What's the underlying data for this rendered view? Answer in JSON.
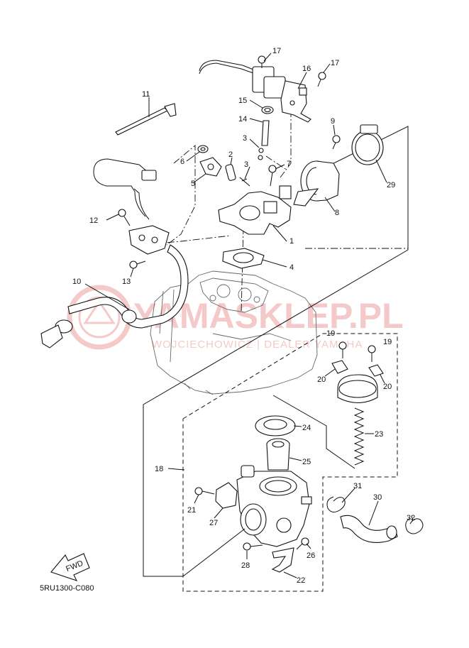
{
  "diagram_code": "5RU1300-C080",
  "direction_label": "FWD",
  "watermark": {
    "brand": "YAMASKLEP.PL",
    "subtitle": "WOJCIECHOWICZ | DEALER YAMAHA",
    "color": "#e88a8a"
  },
  "parts": [
    {
      "id": "p1",
      "number": "1"
    },
    {
      "id": "p2",
      "number": "2"
    },
    {
      "id": "p3a",
      "number": "3"
    },
    {
      "id": "p3b",
      "number": "3"
    },
    {
      "id": "p4",
      "number": "4"
    },
    {
      "id": "p5",
      "number": "5"
    },
    {
      "id": "p6",
      "number": "6"
    },
    {
      "id": "p7",
      "number": "7"
    },
    {
      "id": "p8",
      "number": "8"
    },
    {
      "id": "p9",
      "number": "9"
    },
    {
      "id": "p10",
      "number": "10"
    },
    {
      "id": "p11",
      "number": "11"
    },
    {
      "id": "p12",
      "number": "12"
    },
    {
      "id": "p13",
      "number": "13"
    },
    {
      "id": "p14",
      "number": "14"
    },
    {
      "id": "p15",
      "number": "15"
    },
    {
      "id": "p16",
      "number": "16"
    },
    {
      "id": "p17a",
      "number": "17"
    },
    {
      "id": "p17b",
      "number": "17"
    },
    {
      "id": "p18",
      "number": "18"
    },
    {
      "id": "p19a",
      "number": "19"
    },
    {
      "id": "p19b",
      "number": "19"
    },
    {
      "id": "p20a",
      "number": "20"
    },
    {
      "id": "p20b",
      "number": "20"
    },
    {
      "id": "p21",
      "number": "21"
    },
    {
      "id": "p22",
      "number": "22"
    },
    {
      "id": "p23",
      "number": "23"
    },
    {
      "id": "p24",
      "number": "24"
    },
    {
      "id": "p25",
      "number": "25"
    },
    {
      "id": "p26",
      "number": "26"
    },
    {
      "id": "p27",
      "number": "27"
    },
    {
      "id": "p28",
      "number": "28"
    },
    {
      "id": "p29",
      "number": "29"
    },
    {
      "id": "p30",
      "number": "30"
    },
    {
      "id": "p31",
      "number": "31"
    },
    {
      "id": "p32",
      "number": "32"
    }
  ]
}
